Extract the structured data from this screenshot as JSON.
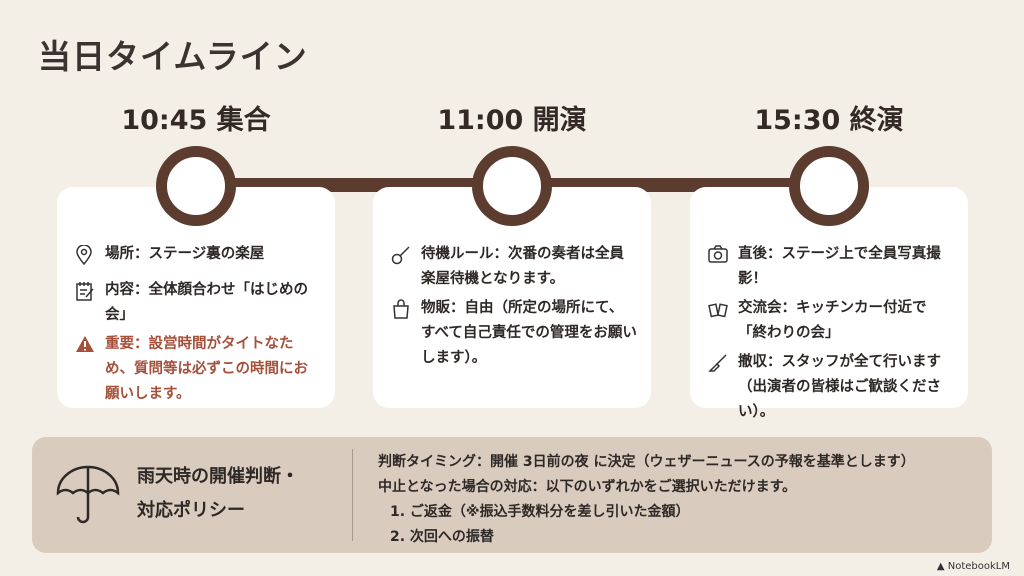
{
  "title": "当日タイムライン",
  "timeline": [
    {
      "time": "10:45 集合",
      "items": [
        {
          "icon": "map-pin-icon",
          "text": "場所：ステージ裏の楽屋"
        },
        {
          "icon": "notepad-icon",
          "text": "内容：全体顔合わせ「はじめの会」"
        },
        {
          "icon": "warning-icon",
          "text": "重要：設営時間がタイトなため、質問等は必ずこの時間にお願いします。",
          "warning": true
        }
      ]
    },
    {
      "time": "11:00 開演",
      "items": [
        {
          "icon": "guitar-icon",
          "text": "待機ルール：次番の奏者は全員楽屋待機となります。"
        },
        {
          "icon": "shopping-bag-icon",
          "text": "物販：自由（所定の場所にて、すべて自己責任での管理をお願いします）。"
        }
      ]
    },
    {
      "time": "15:30 終演",
      "items": [
        {
          "icon": "camera-icon",
          "text": "直後：ステージ上で全員写真撮影！"
        },
        {
          "icon": "cheers-icon",
          "text": "交流会：キッチンカー付近で「終わりの会」"
        },
        {
          "icon": "broom-icon",
          "text": "撤収：スタッフが全て行います（出演者の皆様はご歓談ください）。"
        }
      ]
    }
  ],
  "policy": {
    "label_line1": "雨天時の開催判断・",
    "label_line2": "対応ポリシー",
    "line1": "判断タイミング：開催 3日前の夜 に決定（ウェザーニュースの予報を基準とします）",
    "line2": "中止となった場合の対応：以下のいずれかをご選択いただけます。",
    "option1": "1. ご返金（※振込手数料分を差し引いた金額）",
    "option2": "2. 次回への振替"
  },
  "brand": "NotebookLM",
  "colors": {
    "accent": "#5b3c2e",
    "warning": "#a5503a",
    "background": "#f3efe6",
    "panel": "#d9ccbe"
  }
}
